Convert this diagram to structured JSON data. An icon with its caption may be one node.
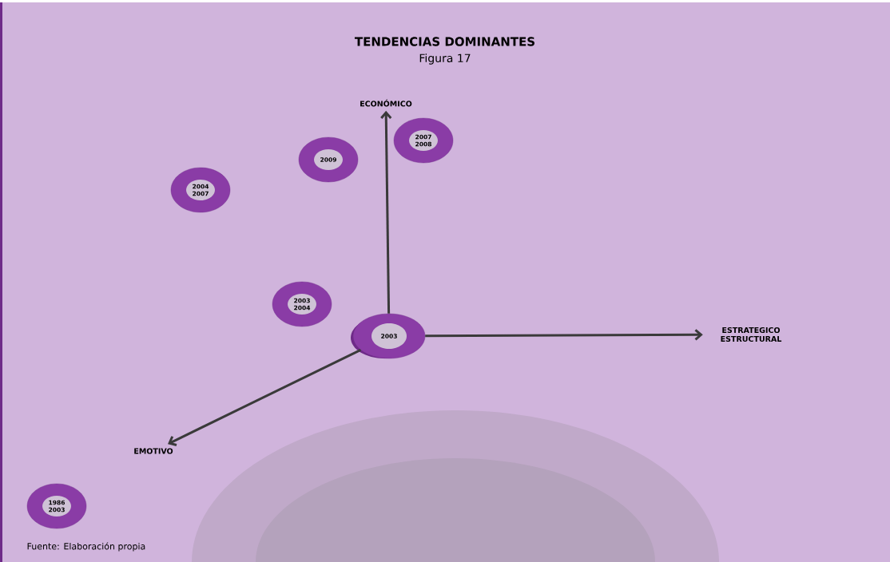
{
  "diagram": {
    "title": "TENDENCIAS DOMINANTES",
    "nodes": [
      {
        "text": [
          "ECONÓMICO"
        ]
      },
      {
        "text": [
          "2007 2008"
        ]
      },
      {
        "text": [
          "2009"
        ]
      },
      {
        "text": [
          "2004 2007"
        ]
      },
      {
        "text": [
          "2003 2004"
        ]
      },
      {
        "text": [
          "2003"
        ]
      },
      {
        "text": [
          "ESTRATEGICO ESTRUCTURAL"
        ]
      },
      {
        "text": [
          "EMOTIVO"
        ]
      },
      {
        "text": [
          "1986 2003"
        ]
      }
    ],
    "edges": [
      {
        "from": 5,
        "to": 0,
        "arrow": "to"
      },
      {
        "from": 5,
        "to": 6,
        "arrow": "to"
      },
      {
        "from": 5,
        "to": 7,
        "arrow": "to"
      }
    ],
    "labels": [
      "Figura 17",
      "Fuente: Elaboración propia"
    ]
  }
}
